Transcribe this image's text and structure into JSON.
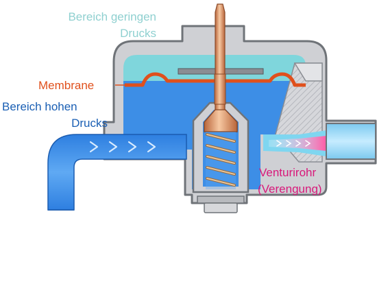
{
  "labels": {
    "low_pressure_line1": "Bereich geringen",
    "low_pressure_line2": "Drucks",
    "membrane": "Membrane",
    "high_pressure_line1": "Bereich hohen",
    "high_pressure_line2": "Drucks",
    "venturi_line1": "Venturirohr",
    "venturi_line2": "(Verengung)"
  },
  "colors": {
    "low_pressure_label": "#8fd0d0",
    "membrane_label": "#e0501c",
    "high_pressure_label": "#1a5fb4",
    "venturi_label": "#d8187a",
    "housing": "#cfd0d4",
    "housing_dark": "#6f7378",
    "low_pressure_fill": "#7fd6dc",
    "high_pressure_fill": "#3d8ee6",
    "membrane": "#e0501c",
    "rod": "#e8a070",
    "venturi_flow": "#ff6fae"
  },
  "icons": {
    "flow_arrows": "chevron-right-icon",
    "spring": "coil-spring-icon"
  }
}
